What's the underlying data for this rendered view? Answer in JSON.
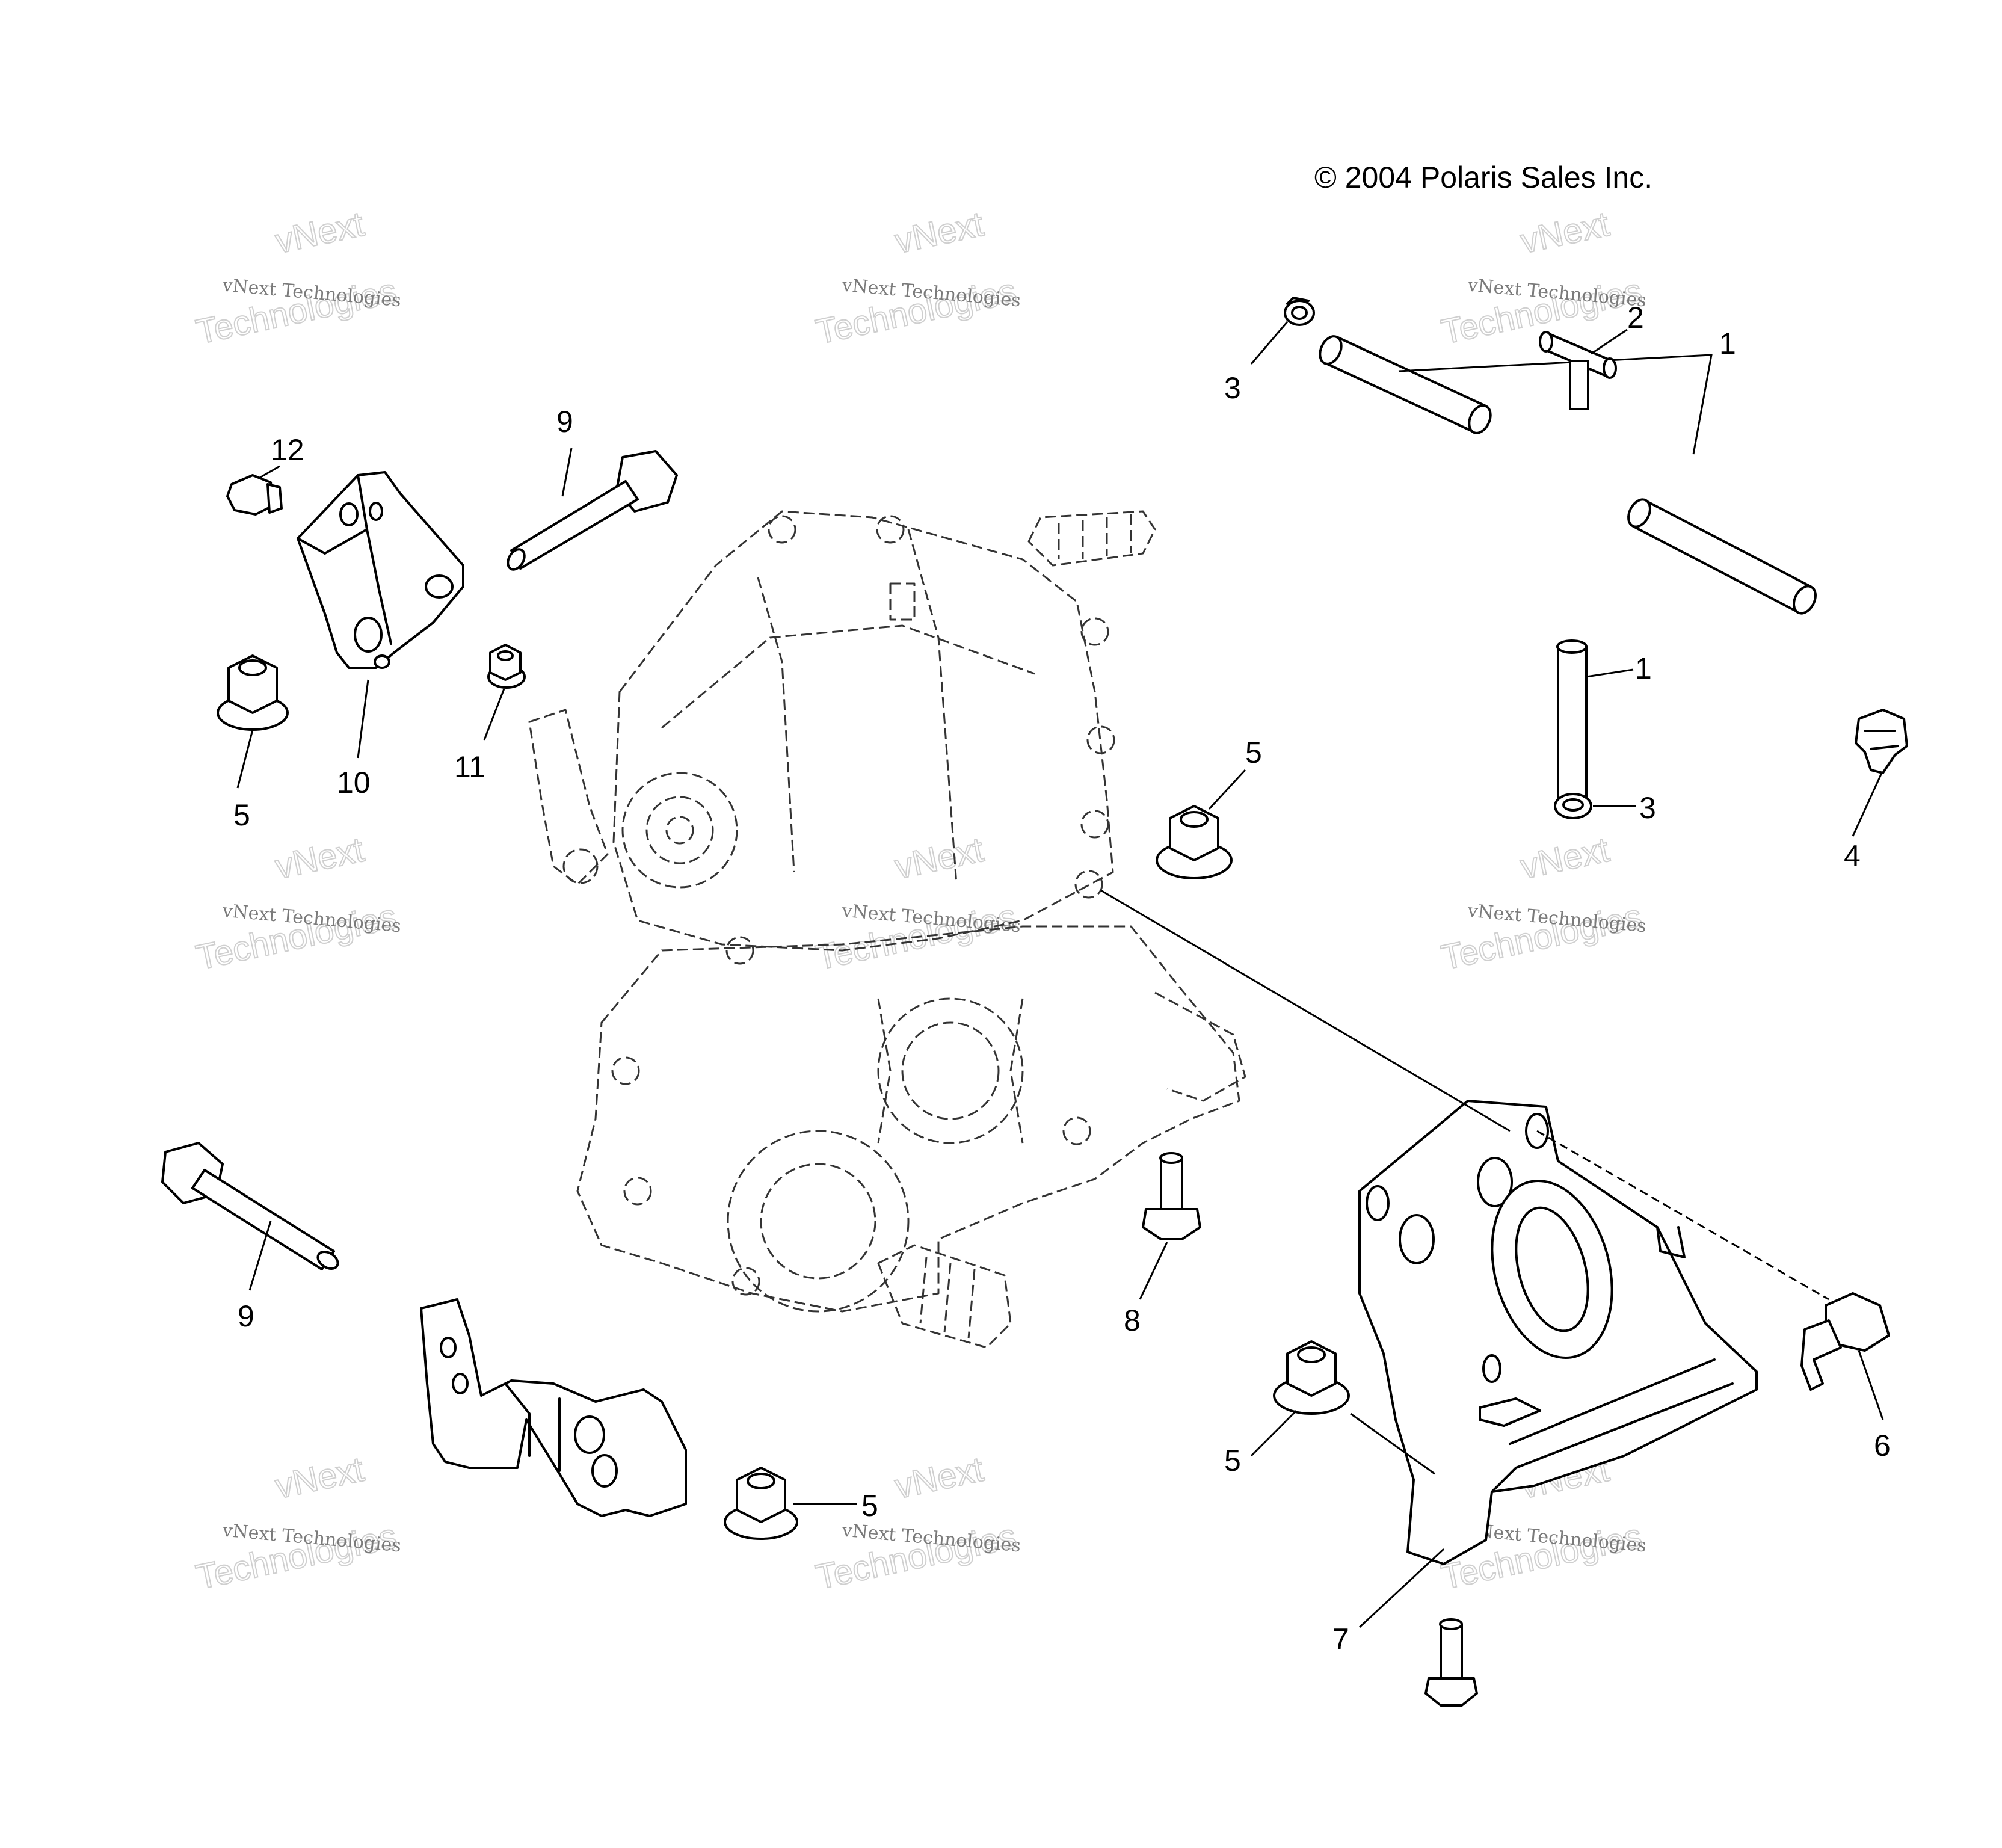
{
  "copyright": "© 2004 Polaris Sales Inc.",
  "watermark": {
    "line1": "vNext Technologies",
    "line2": "vNext",
    "line3": "Technologies"
  },
  "callouts": {
    "c1a": "1",
    "c1b": "1",
    "c2": "2",
    "c3a": "3",
    "c3b": "3",
    "c4": "4",
    "c5a": "5",
    "c5b": "5",
    "c5c": "5",
    "c5d": "5",
    "c6": "6",
    "c7": "7",
    "c8": "8",
    "c9a": "9",
    "c9b": "9",
    "c10": "10",
    "c11": "11",
    "c12": "12"
  }
}
